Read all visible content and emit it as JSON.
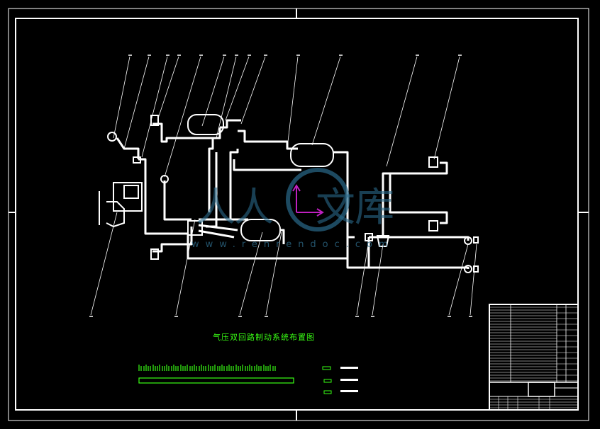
{
  "drawing": {
    "title": "气压双回路制动系统布置图",
    "watermark_text": "www.renrendoc.com",
    "watermark_cjk": [
      "人",
      "人",
      "文",
      "库"
    ]
  },
  "colors": {
    "background": "#000000",
    "line": "#ffffff",
    "title": "#39ff14",
    "watermark": "#2a6a8a",
    "axis_marker": "#c020c0"
  }
}
